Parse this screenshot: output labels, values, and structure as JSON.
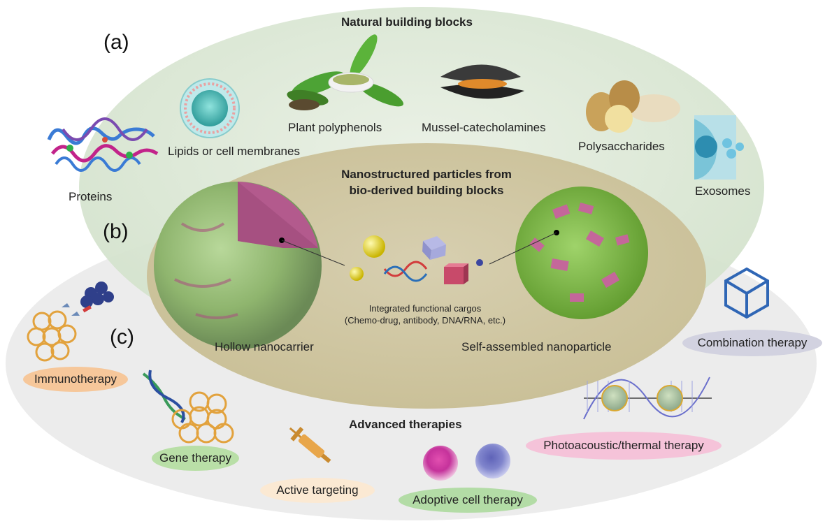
{
  "panels": {
    "a": "(a)",
    "b": "(b)",
    "c": "(c)"
  },
  "sections": {
    "natural": "Natural building blocks",
    "nano_line1": "Nanostructured particles from",
    "nano_line2": "bio-derived building blocks",
    "advanced": "Advanced therapies"
  },
  "building_blocks": {
    "proteins": "Proteins",
    "lipids": "Lipids or cell membranes",
    "polyphenols": "Plant polyphenols",
    "mussel": "Mussel-catecholamines",
    "polysaccharides": "Polysaccharides",
    "exosomes": "Exosomes"
  },
  "particles": {
    "hollow": "Hollow nanocarrier",
    "self_assembled": "Self-assembled nanoparticle",
    "cargo_line1": "Integrated functional cargos",
    "cargo_line2": "(Chemo-drug, antibody, DNA/RNA, etc.)"
  },
  "therapies": {
    "immuno": "Immunotherapy",
    "gene": "Gene therapy",
    "targeting": "Active targeting",
    "adoptive": "Adoptive cell therapy",
    "photo": "Photoacoustic/thermal therapy",
    "combination": "Combination therapy"
  },
  "colors": {
    "outer_ellipse": "#ececec",
    "top_ellipse": "#dde9d7",
    "inner_ellipse": "#d3c9a9",
    "immuno_pill": "#f6c79a",
    "gene_pill": "#b9dfa7",
    "targeting_pill": "#fbe9d3",
    "adoptive_pill": "#b3dca6",
    "photo_pill": "#f5c3d9",
    "combination_pill": "#d2d2e0"
  },
  "icons": [
    "protein-structure-icon",
    "liposome-icon",
    "tea-leaves-icon",
    "mussel-icon",
    "potato-icon",
    "exosome-icon",
    "hollow-nanocarrier-icon",
    "self-assembled-nanoparticle-icon",
    "cargo-sphere-icon",
    "dna-helix-icon",
    "cargo-cube-icon",
    "tumor-cell-cluster-icon",
    "syringe-icon",
    "immune-cell-icon",
    "light-wave-icon",
    "cube-outline-icon"
  ]
}
